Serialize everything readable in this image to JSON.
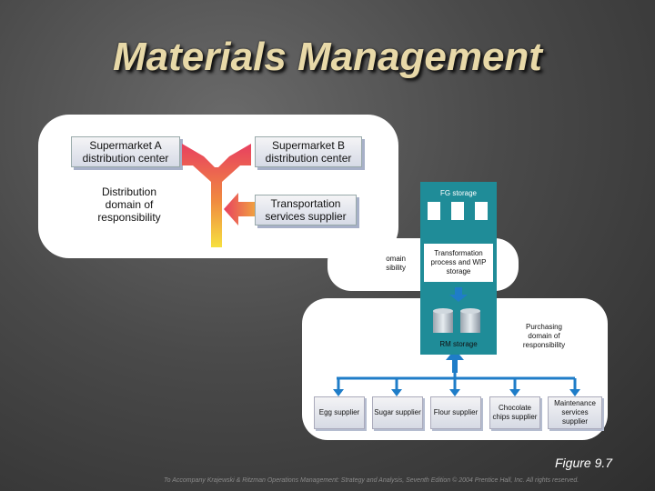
{
  "title": "Materials Management",
  "distribution": {
    "supermarket_a": "Supermarket A distribution center",
    "supermarket_b": "Supermarket B distribution center",
    "domain_label": "Distribution domain of responsibility",
    "transport": "Transportation services supplier"
  },
  "production": {
    "domain_partial": "omain sibility",
    "fg_storage": "FG storage",
    "transformation": "Transformation process and WIP storage",
    "rm_storage": "RM storage"
  },
  "purchasing": {
    "domain_label": "Purchasing domain of responsibility",
    "suppliers": [
      "Egg supplier",
      "Sugar supplier",
      "Flour supplier",
      "Chocolate chips supplier",
      "Maintenance services supplier"
    ]
  },
  "figure_label": "Figure 9.7",
  "footer": "To Accompany Krajewski & Ritzman Operations Management: Strategy and Analysis, Seventh Edition © 2004 Prentice Hall, Inc. All rights reserved.",
  "colors": {
    "teal": "#1f8c98",
    "arrow_gradient_top": "#e84060",
    "arrow_gradient_bottom": "#f6e040",
    "arrow_blue": "#1f7dc8",
    "title": "#e8d9a8"
  }
}
